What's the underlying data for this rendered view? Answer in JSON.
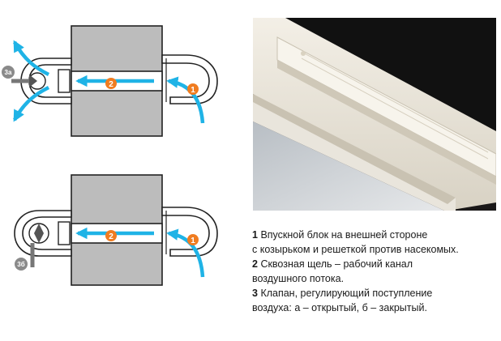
{
  "diagram": {
    "top": {
      "flow_step_1": "1",
      "flow_step_2": "2",
      "valve_label": "3a"
    },
    "bottom": {
      "flow_step_1": "1",
      "flow_step_2": "2",
      "valve_label": "3б"
    }
  },
  "colors": {
    "arrow": "#1fb3e6",
    "badge": "#f07c20",
    "wall": "#bcbcbc",
    "valve_label_bg": "#8a8a8a"
  },
  "legend": [
    {
      "num": "1",
      "lines": [
        "Впускной блок на внешней стороне",
        "с козырьком и решеткой против насекомых."
      ]
    },
    {
      "num": "2",
      "lines": [
        "Сквозная щель – рабочий канал",
        "воздушного потока."
      ]
    },
    {
      "num": "3",
      "lines": [
        "Клапан, регулирующий поступление",
        "воздуха: а – открытый, б – закрытый."
      ]
    }
  ]
}
